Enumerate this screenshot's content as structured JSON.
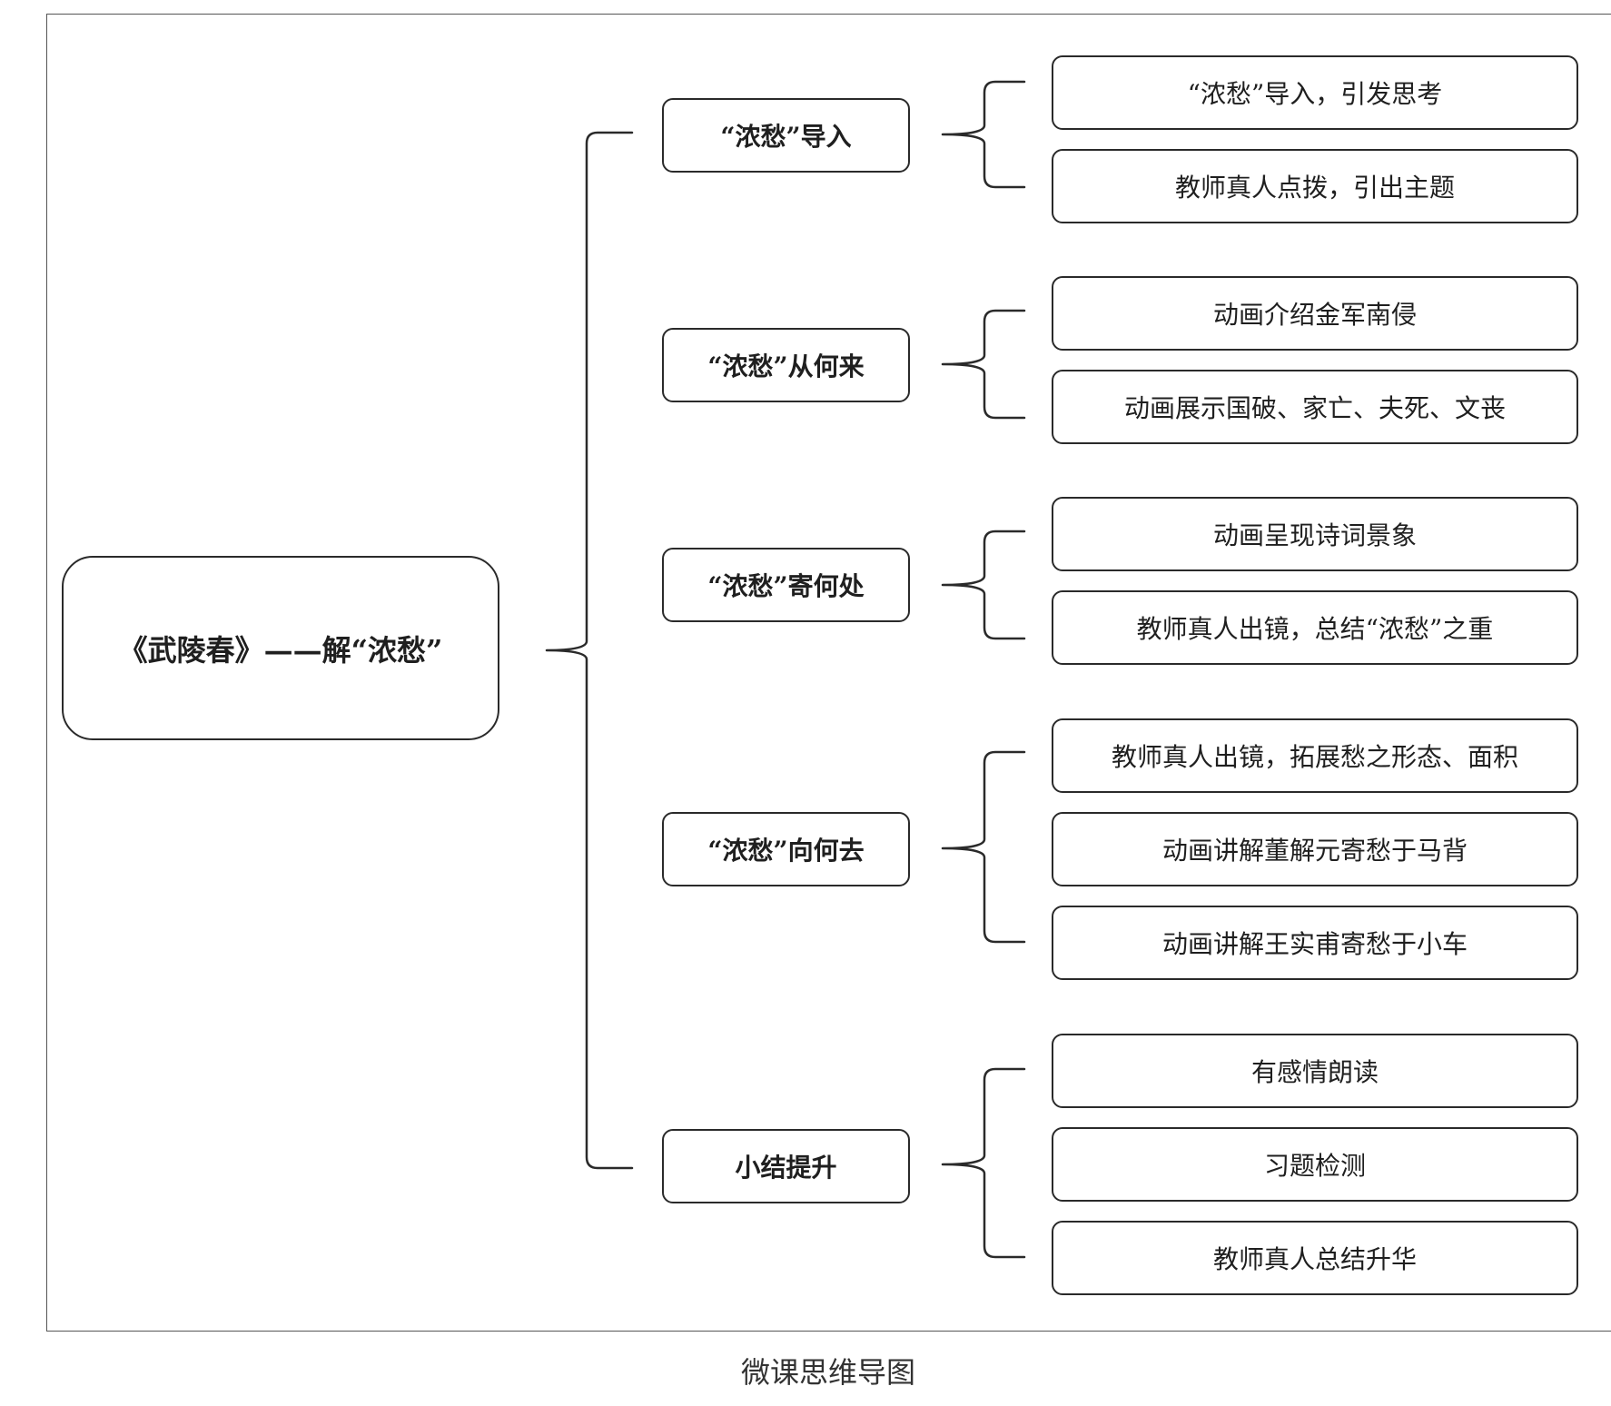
{
  "root": {
    "label": "《武陵春》——解“浓愁”"
  },
  "branches": [
    {
      "label": "“浓愁”导入",
      "items": [
        "“浓愁”导入，引发思考",
        "教师真人点拨，引出主题"
      ]
    },
    {
      "label": "“浓愁”从何来",
      "items": [
        "动画介绍金军南侵",
        "动画展示国破、家亡、夫死、文丧"
      ]
    },
    {
      "label": "“浓愁”寄何处",
      "items": [
        "动画呈现诗词景象",
        "教师真人出镜，总结“浓愁”之重"
      ]
    },
    {
      "label": "“浓愁”向何去",
      "items": [
        "教师真人出镜，拓展愁之形态、面积",
        "动画讲解董解元寄愁于马背",
        "动画讲解王实甫寄愁于小车"
      ]
    },
    {
      "label": "小结提升",
      "items": [
        "有感情朗读",
        "习题检测",
        "教师真人总结升华"
      ]
    }
  ],
  "caption": "微课思维导图"
}
